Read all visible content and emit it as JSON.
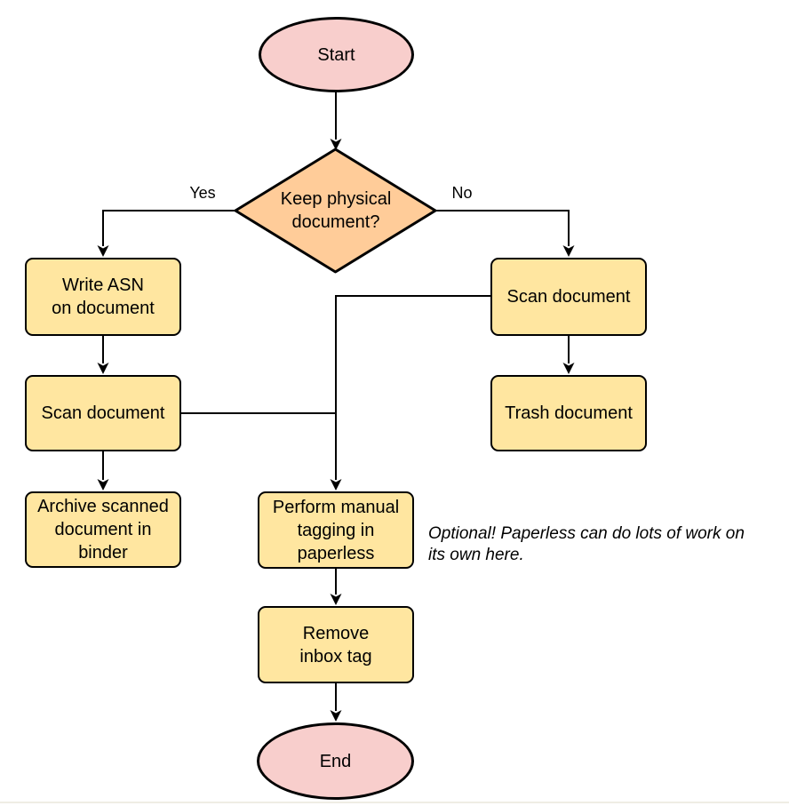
{
  "diagram": {
    "type": "flowchart",
    "nodes": {
      "start": {
        "label": "Start",
        "shape": "ellipse"
      },
      "decision": {
        "label": "Keep physical\ndocument?",
        "shape": "diamond"
      },
      "write_asn": {
        "label": "Write ASN\non document",
        "shape": "rounded-rect"
      },
      "scan_left": {
        "label": "Scan document",
        "shape": "rounded-rect"
      },
      "archive": {
        "label": "Archive scanned\ndocument in\nbinder",
        "shape": "rounded-rect"
      },
      "scan_right": {
        "label": "Scan document",
        "shape": "rounded-rect"
      },
      "trash": {
        "label": "Trash document",
        "shape": "rounded-rect"
      },
      "tagging": {
        "label": "Perform manual\ntagging in\npaperless",
        "shape": "rounded-rect"
      },
      "remove_inbox": {
        "label": "Remove\ninbox tag",
        "shape": "rounded-rect"
      },
      "end": {
        "label": "End",
        "shape": "ellipse"
      }
    },
    "edge_labels": {
      "yes": "Yes",
      "no": "No"
    },
    "annotation": "Optional! Paperless can do lots of work on\nits own here.",
    "colors": {
      "terminal_fill": "#F8CECC",
      "decision_fill": "#FFCC99",
      "process_fill": "#FFE6A0",
      "stroke": "#000000",
      "background": "#FFFFFF"
    }
  }
}
